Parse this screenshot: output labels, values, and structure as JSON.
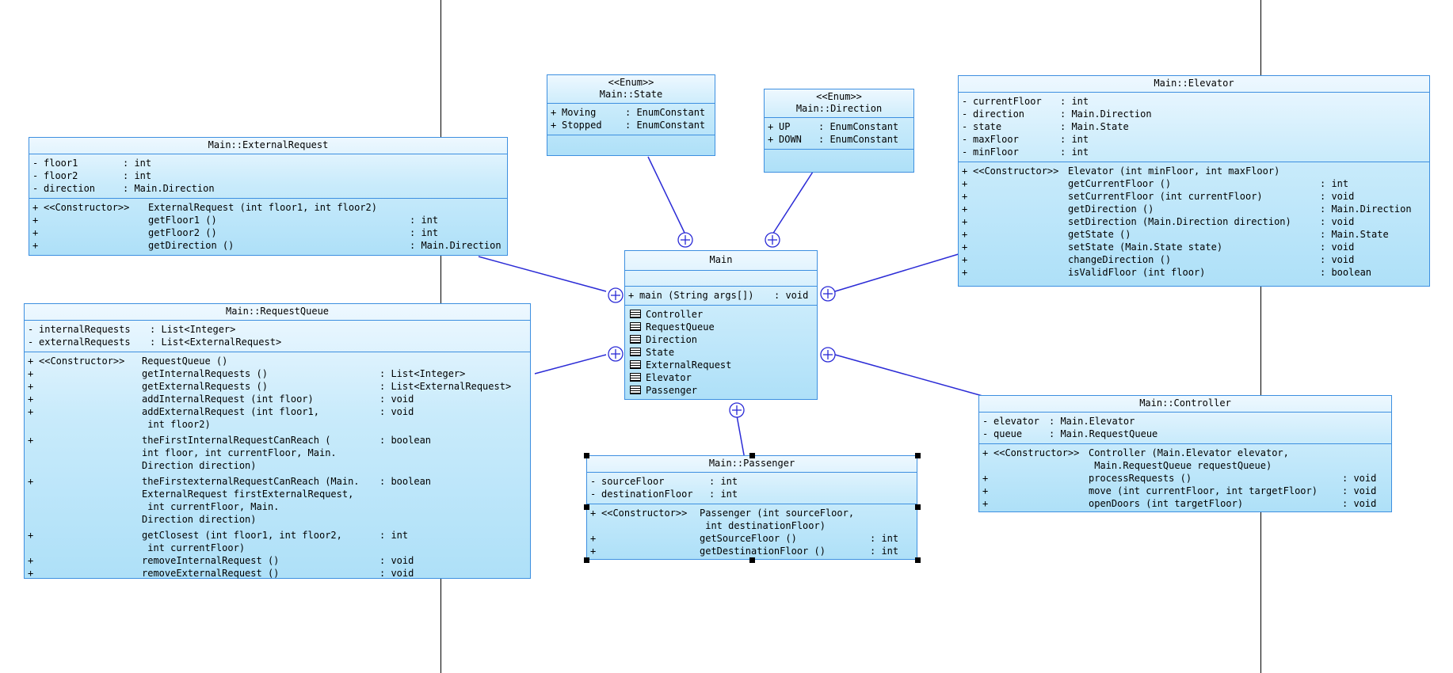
{
  "colors": {
    "class_border": "#3d8fe0",
    "class_fill_top": "#eef8ff",
    "class_fill_bottom": "#aee0f8",
    "connector": "#2b2bd6",
    "lifeline": "#000000"
  },
  "main": {
    "name": "Main",
    "operations": [
      {
        "vis": "+",
        "sig": "main (String args[])",
        "type": ": void"
      }
    ],
    "nested": [
      "Controller",
      "RequestQueue",
      "Direction",
      "State",
      "ExternalRequest",
      "Elevator",
      "Passenger"
    ]
  },
  "state": {
    "stereotype": "<<Enum>>",
    "name": "Main::State",
    "literals": [
      {
        "vis": "+",
        "name": "Moving",
        "type": ": EnumConstant"
      },
      {
        "vis": "+",
        "name": "Stopped",
        "type": ": EnumConstant"
      }
    ]
  },
  "direction": {
    "stereotype": "<<Enum>>",
    "name": "Main::Direction",
    "literals": [
      {
        "vis": "+",
        "name": "UP",
        "type": ": EnumConstant"
      },
      {
        "vis": "+",
        "name": "DOWN",
        "type": ": EnumConstant"
      }
    ]
  },
  "external_request": {
    "name": "Main::ExternalRequest",
    "attributes": [
      {
        "vis": "-",
        "name": "floor1",
        "type": ": int"
      },
      {
        "vis": "-",
        "name": "floor2",
        "type": ": int"
      },
      {
        "vis": "-",
        "name": "direction",
        "type": ": Main.Direction"
      }
    ],
    "operations": [
      {
        "vis": "+",
        "ctor": "<<Constructor>>",
        "sig": "ExternalRequest (int floor1, int floor2)",
        "type": ""
      },
      {
        "vis": "+",
        "ctor": "",
        "sig": "getFloor1 ()",
        "type": ": int"
      },
      {
        "vis": "+",
        "ctor": "",
        "sig": "getFloor2 ()",
        "type": ": int"
      },
      {
        "vis": "+",
        "ctor": "",
        "sig": "getDirection ()",
        "type": ": Main.Direction"
      }
    ]
  },
  "request_queue": {
    "name": "Main::RequestQueue",
    "attributes": [
      {
        "vis": "-",
        "name": "internalRequests",
        "type": ": List<Integer>"
      },
      {
        "vis": "-",
        "name": "externalRequests",
        "type": ": List<ExternalRequest>"
      }
    ],
    "operations": [
      {
        "vis": "+",
        "ctor": "<<Constructor>>",
        "sig": "RequestQueue ()",
        "type": ""
      },
      {
        "vis": "+",
        "ctor": "",
        "sig": "getInternalRequests ()",
        "type": ": List<Integer>"
      },
      {
        "vis": "+",
        "ctor": "",
        "sig": "getExternalRequests ()",
        "type": ": List<ExternalRequest>"
      },
      {
        "vis": "+",
        "ctor": "",
        "sig": "addInternalRequest (int floor)",
        "type": ": void"
      },
      {
        "vis": "+",
        "ctor": "",
        "sig": "addExternalRequest (int floor1,\n int floor2)",
        "type": ": void"
      },
      {
        "vis": "+",
        "ctor": "",
        "sig": "theFirstInternalRequestCanReach (\nint floor, int currentFloor, Main.\nDirection direction)",
        "type": ": boolean"
      },
      {
        "vis": "+",
        "ctor": "",
        "sig": "theFirstexternalRequestCanReach (Main.\nExternalRequest firstExternalRequest,\n int currentFloor, Main.\nDirection direction)",
        "type": ": boolean"
      },
      {
        "vis": "+",
        "ctor": "",
        "sig": "getClosest (int floor1, int floor2,\n int currentFloor)",
        "type": ": int"
      },
      {
        "vis": "+",
        "ctor": "",
        "sig": "removeInternalRequest ()",
        "type": ": void"
      },
      {
        "vis": "+",
        "ctor": "",
        "sig": "removeExternalRequest ()",
        "type": ": void"
      }
    ]
  },
  "elevator": {
    "name": "Main::Elevator",
    "attributes": [
      {
        "vis": "-",
        "name": "currentFloor",
        "type": ": int"
      },
      {
        "vis": "-",
        "name": "direction",
        "type": ": Main.Direction"
      },
      {
        "vis": "-",
        "name": "state",
        "type": ": Main.State"
      },
      {
        "vis": "-",
        "name": "maxFloor",
        "type": ": int"
      },
      {
        "vis": "-",
        "name": "minFloor",
        "type": ": int"
      }
    ],
    "operations": [
      {
        "vis": "+",
        "ctor": "<<Constructor>>",
        "sig": "Elevator (int minFloor, int maxFloor)",
        "type": ""
      },
      {
        "vis": "+",
        "ctor": "",
        "sig": "getCurrentFloor ()",
        "type": ": int"
      },
      {
        "vis": "+",
        "ctor": "",
        "sig": "setCurrentFloor (int currentFloor)",
        "type": ": void"
      },
      {
        "vis": "+",
        "ctor": "",
        "sig": "getDirection ()",
        "type": ": Main.Direction"
      },
      {
        "vis": "+",
        "ctor": "",
        "sig": "setDirection (Main.Direction direction)",
        "type": ": void"
      },
      {
        "vis": "+",
        "ctor": "",
        "sig": "getState ()",
        "type": ": Main.State"
      },
      {
        "vis": "+",
        "ctor": "",
        "sig": "setState (Main.State state)",
        "type": ": void"
      },
      {
        "vis": "+",
        "ctor": "",
        "sig": "changeDirection ()",
        "type": ": void"
      },
      {
        "vis": "+",
        "ctor": "",
        "sig": "isValidFloor (int floor)",
        "type": ": boolean"
      }
    ]
  },
  "controller": {
    "name": "Main::Controller",
    "attributes": [
      {
        "vis": "-",
        "name": "elevator",
        "type": ": Main.Elevator"
      },
      {
        "vis": "-",
        "name": "queue",
        "type": ": Main.RequestQueue"
      }
    ],
    "operations": [
      {
        "vis": "+",
        "ctor": "<<Constructor>>",
        "sig": "Controller (Main.Elevator elevator,\n Main.RequestQueue requestQueue)",
        "type": ""
      },
      {
        "vis": "+",
        "ctor": "",
        "sig": "processRequests ()",
        "type": ": void"
      },
      {
        "vis": "+",
        "ctor": "",
        "sig": "move (int currentFloor, int targetFloor)",
        "type": ": void"
      },
      {
        "vis": "+",
        "ctor": "",
        "sig": "openDoors (int targetFloor)",
        "type": ": void"
      }
    ]
  },
  "passenger": {
    "name": "Main::Passenger",
    "attributes": [
      {
        "vis": "-",
        "name": "sourceFloor",
        "type": ": int"
      },
      {
        "vis": "-",
        "name": "destinationFloor",
        "type": ": int"
      }
    ],
    "operations": [
      {
        "vis": "+",
        "ctor": "<<Constructor>>",
        "sig": "Passenger (int sourceFloor,\n int destinationFloor)",
        "type": ""
      },
      {
        "vis": "+",
        "ctor": "",
        "sig": "getSourceFloor ()",
        "type": ": int"
      },
      {
        "vis": "+",
        "ctor": "",
        "sig": "getDestinationFloor ()",
        "type": ": int"
      }
    ]
  }
}
